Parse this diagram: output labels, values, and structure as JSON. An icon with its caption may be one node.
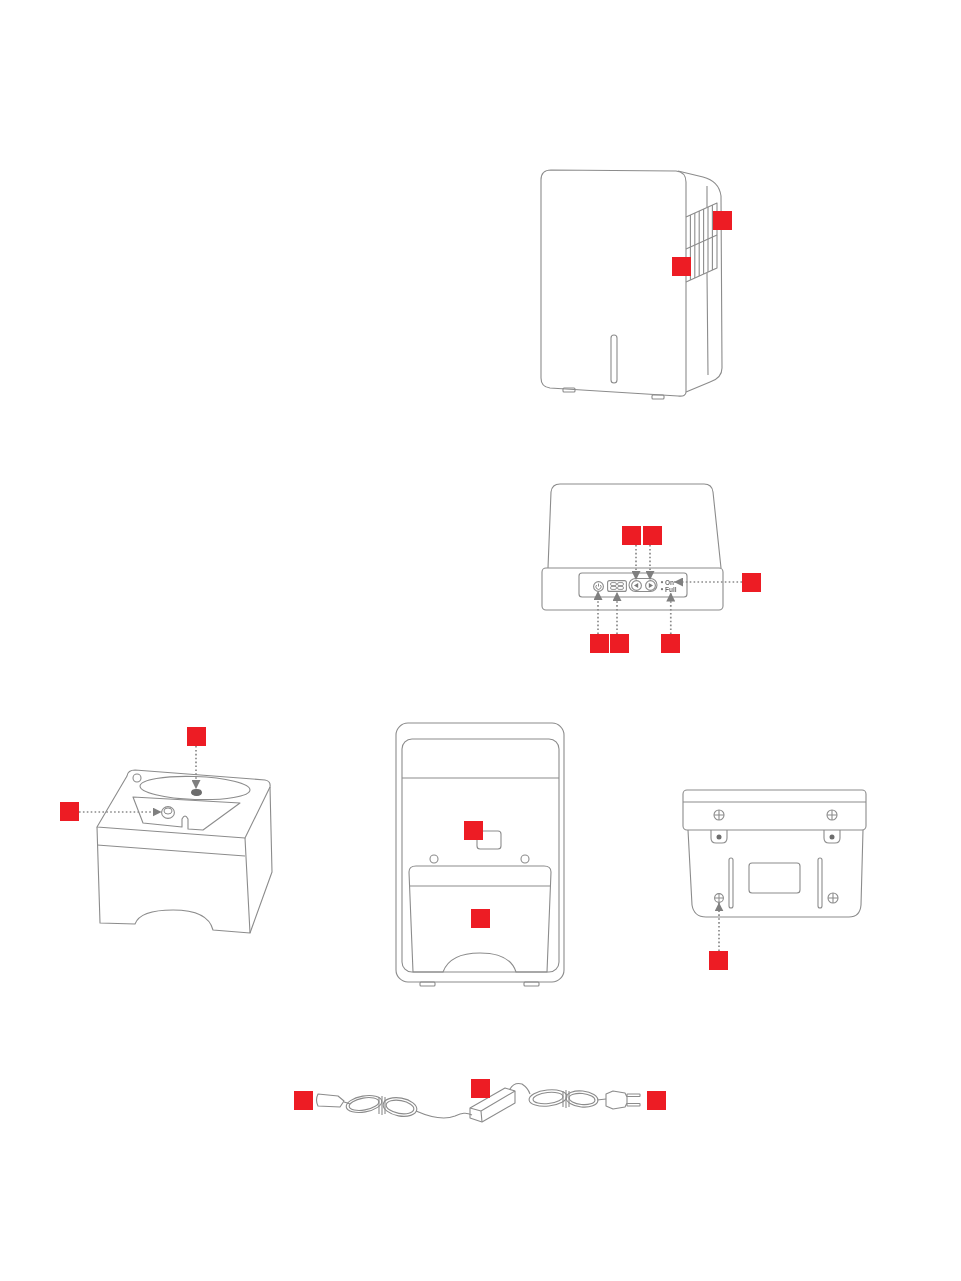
{
  "diagram": {
    "nodes": [
      {
        "text": [],
        "shape": "box"
      },
      {
        "text": [],
        "shape": "box"
      },
      {
        "text": [],
        "shape": "box"
      },
      {
        "text": [],
        "shape": "box"
      },
      {
        "text": [],
        "shape": "box"
      },
      {
        "text": [],
        "shape": "box"
      },
      {
        "text": [],
        "shape": "box"
      },
      {
        "text": [],
        "shape": "box"
      },
      {
        "text": [],
        "shape": "circle"
      },
      {
        "text": [],
        "shape": "box"
      },
      {
        "text": [],
        "shape": "circle"
      },
      {
        "text": [],
        "shape": "circle"
      },
      {
        "text": [
          "On"
        ]
      },
      {
        "text": [
          "Full"
        ]
      },
      {
        "text": [],
        "shape": "box"
      },
      {
        "text": [],
        "shape": "box"
      },
      {
        "text": [],
        "shape": "circle"
      },
      {
        "text": [],
        "shape": "circle"
      },
      {
        "text": [],
        "shape": "box"
      },
      {
        "text": [],
        "shape": "box"
      },
      {
        "text": [],
        "shape": "box"
      },
      {
        "text": [],
        "shape": "circle"
      },
      {
        "text": [],
        "shape": "box"
      },
      {
        "text": [],
        "shape": "box"
      },
      {
        "text": [],
        "shape": "box"
      }
    ],
    "edges": [
      {
        "from": 2,
        "to": 10,
        "arrow": "to",
        "style": "dashed"
      },
      {
        "from": 3,
        "to": 11,
        "arrow": "to",
        "style": "dashed"
      },
      {
        "from": 4,
        "to": 12,
        "arrow": "to",
        "style": "dashed"
      },
      {
        "from": 5,
        "to": 8,
        "arrow": "to",
        "style": "dashed"
      },
      {
        "from": 6,
        "to": 9,
        "arrow": "to",
        "style": "dashed"
      },
      {
        "from": 7,
        "to": 13,
        "arrow": "to",
        "style": "dashed"
      },
      {
        "from": 14,
        "to": 16,
        "arrow": "to",
        "style": "dashed"
      },
      {
        "from": 15,
        "to": 17,
        "arrow": "to",
        "style": "dashed"
      },
      {
        "from": 20,
        "to": 21,
        "arrow": "to",
        "style": "dashed"
      }
    ]
  }
}
